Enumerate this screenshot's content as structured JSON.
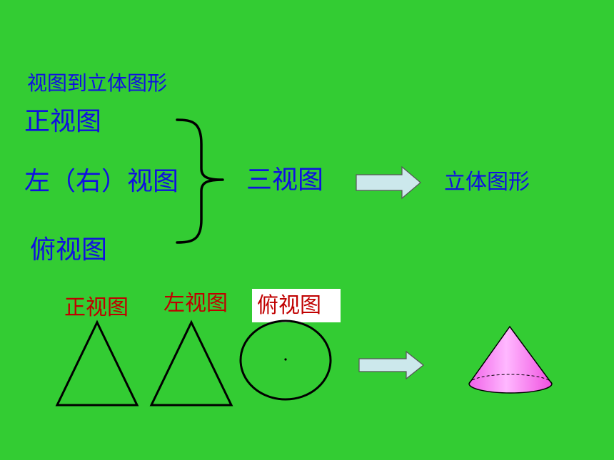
{
  "slide": {
    "title": "视图到立体图形",
    "front_view": "正视图",
    "side_view": "左（右）视图",
    "top_view": "俯视图",
    "three_views": "三视图",
    "solid_figure": "立体图形"
  },
  "example": {
    "front_label": "正视图",
    "left_label": "左视图",
    "top_label": "俯视图"
  },
  "colors": {
    "background": "#33CC33",
    "heading_text": "#1010E0",
    "label_text": "#C00000",
    "arrow_fill": "#CCE8EC",
    "cone_fill": "#FF80FF"
  },
  "icons": {
    "arrow": "right-arrow-icon",
    "brace": "right-curly-brace"
  }
}
